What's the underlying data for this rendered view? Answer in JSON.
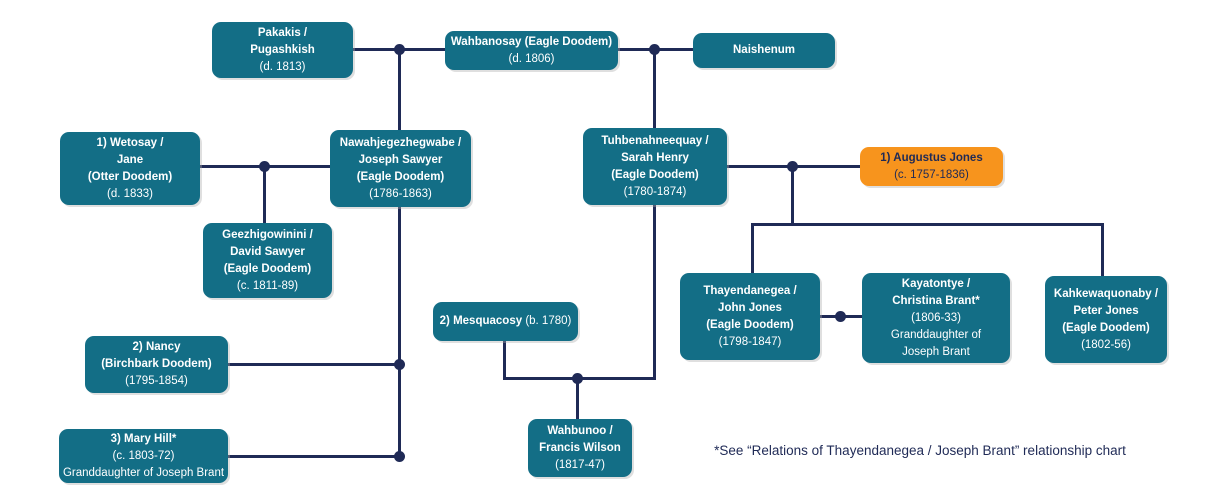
{
  "title": "Family relationship chart",
  "colors": {
    "node_teal": "#136E86",
    "node_orange": "#F7941D",
    "line_navy": "#1F2A56",
    "node_text": "#FFFFFF"
  },
  "nodes": {
    "pakakis": {
      "lines": [
        "Pakakis /",
        "Pugashkish",
        "(d. 1813)"
      ]
    },
    "wahbanosay": {
      "lines": [
        "Wahbanosay (Eagle Doodem)",
        "(d. 1806)"
      ]
    },
    "naishenum": {
      "lines": [
        "Naishenum"
      ]
    },
    "wetosay": {
      "lines": [
        "1) Wetosay /",
        "Jane",
        "(Otter Doodem)",
        "(d. 1833)"
      ]
    },
    "joseph_sawyer": {
      "lines": [
        "Nawahjegezhegwabe /",
        "Joseph Sawyer",
        "(Eagle Doodem)",
        "(1786-1863)"
      ]
    },
    "sarah_henry": {
      "lines": [
        "Tuhbenahneequay /",
        "Sarah Henry",
        "(Eagle Doodem)",
        "(1780-1874)"
      ]
    },
    "augustus_jones": {
      "lines": [
        "1) Augustus Jones",
        "(c. 1757-1836)"
      ]
    },
    "david_sawyer": {
      "lines": [
        "Geezhigowinini /",
        "David Sawyer",
        "(Eagle Doodem)",
        "(c. 1811-89)"
      ]
    },
    "mesquacosy": {
      "name": "2) Mesquacosy",
      "date": "(b. 1780)"
    },
    "john_jones": {
      "lines": [
        "Thayendanegea /",
        "John Jones",
        "(Eagle Doodem)",
        "(1798-1847)"
      ]
    },
    "christina_brant": {
      "lines": [
        "Kayatontye /",
        "Christina Brant*",
        "(1806-33)",
        "Granddaughter of",
        "Joseph Brant"
      ]
    },
    "peter_jones": {
      "lines": [
        "Kahkewaquonaby /",
        "Peter Jones",
        "(Eagle Doodem)",
        "(1802-56)"
      ]
    },
    "nancy": {
      "lines": [
        "2) Nancy",
        "(Birchbark Doodem)",
        "(1795-1854)"
      ]
    },
    "mary_hill": {
      "lines": [
        "3) Mary Hill*",
        "(c. 1803-72)",
        "Granddaughter of Joseph Brant"
      ]
    },
    "francis_wilson": {
      "lines": [
        "Wahbunoo /",
        "Francis Wilson",
        "(1817-47)"
      ]
    }
  },
  "edges": [
    {
      "couple": [
        "pakakis",
        "wahbanosay"
      ],
      "children": [
        "joseph_sawyer"
      ]
    },
    {
      "couple": [
        "wahbanosay",
        "naishenum"
      ],
      "children": [
        "sarah_henry"
      ]
    },
    {
      "couple": [
        "wetosay",
        "joseph_sawyer"
      ],
      "children": [
        "david_sawyer"
      ]
    },
    {
      "couple": [
        "joseph_sawyer",
        "nancy"
      ],
      "children": []
    },
    {
      "couple": [
        "joseph_sawyer",
        "mary_hill"
      ],
      "children": []
    },
    {
      "couple": [
        "sarah_henry",
        "augustus_jones"
      ],
      "children": [
        "john_jones",
        "peter_jones"
      ]
    },
    {
      "couple": [
        "sarah_henry",
        "mesquacosy"
      ],
      "children": [
        "francis_wilson"
      ]
    },
    {
      "couple": [
        "john_jones",
        "christina_brant"
      ],
      "children": []
    }
  ],
  "footnote": "*See “Relations of Thayendanegea / Joseph Brant” relationship chart"
}
